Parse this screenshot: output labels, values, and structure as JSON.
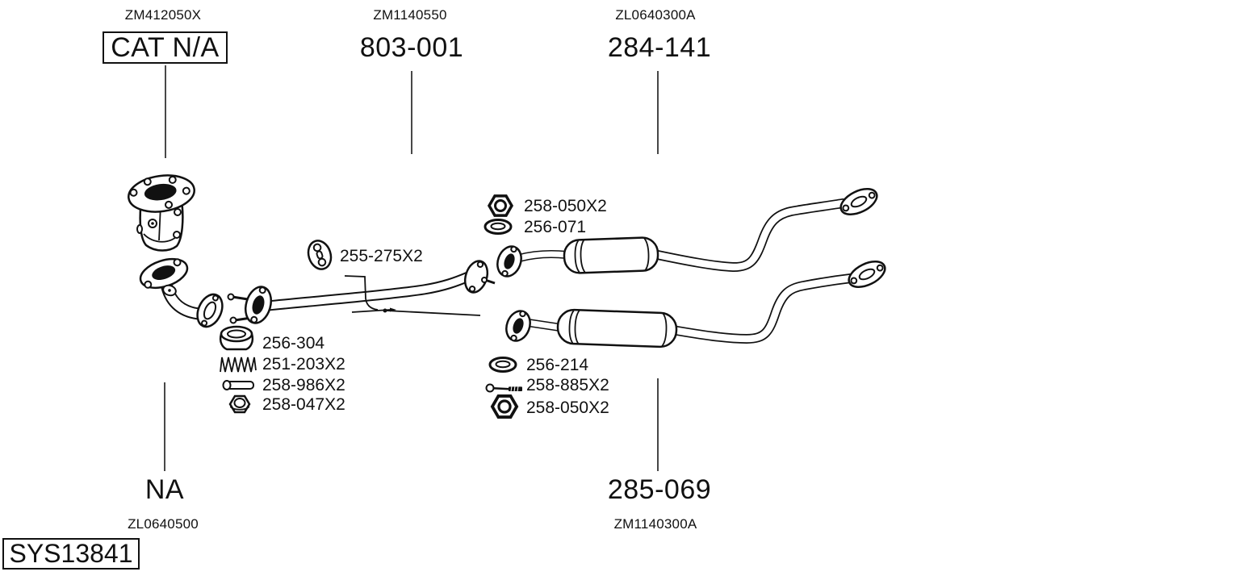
{
  "colors": {
    "ink": "#111111",
    "background": "#ffffff"
  },
  "system_code": "SYS13841",
  "top_sections": [
    {
      "code": "ZM412050X",
      "label": "CAT N/A",
      "boxed": true
    },
    {
      "code": "ZM1140550",
      "label": "803-001",
      "boxed": false
    },
    {
      "code": "ZL0640300A",
      "label": "284-141",
      "boxed": false
    }
  ],
  "bottom_sections": [
    {
      "label": "NA",
      "code": "ZL0640500"
    },
    {
      "label": "285-069",
      "code": "ZM1140300A"
    }
  ],
  "part_labels": {
    "hanger": {
      "icon": "rubber-hanger-icon",
      "label": "255-275X2"
    },
    "left_group": [
      {
        "icon": "flare-gasket-icon",
        "label": "256-304"
      },
      {
        "icon": "spring-icon",
        "label": "251-203X2"
      },
      {
        "icon": "pin-bolt-icon",
        "label": "258-986X2"
      },
      {
        "icon": "flange-nut-icon",
        "label": "258-047X2"
      }
    ],
    "right_top_group": [
      {
        "icon": "hex-nut-icon",
        "label": "258-050X2"
      },
      {
        "icon": "oval-gasket-icon",
        "label": "256-071"
      }
    ],
    "right_bottom_group": [
      {
        "icon": "oval-gasket-icon",
        "label": "256-214"
      },
      {
        "icon": "long-bolt-icon",
        "label": "258-885X2"
      },
      {
        "icon": "hex-nut-icon",
        "label": "258-050X2"
      }
    ]
  }
}
